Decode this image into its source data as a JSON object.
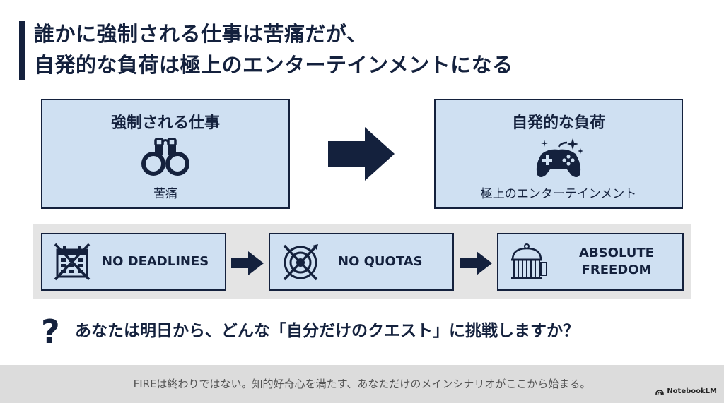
{
  "title": {
    "line1": "誰かに強制される仕事は苦痛だが、",
    "line2": "自発的な負荷は極上のエンターテインメントになる"
  },
  "left_panel": {
    "heading": "強制される仕事",
    "icon": "handcuffs-icon",
    "caption": "苦痛"
  },
  "right_panel": {
    "heading": "自発的な負荷",
    "icon": "game-controller-icon",
    "caption": "極上のエンターテインメント"
  },
  "cards": [
    {
      "icon": "calendar-crossed-icon",
      "label": "NO DEADLINES"
    },
    {
      "icon": "target-crossed-icon",
      "label": "NO QUOTAS"
    },
    {
      "icon": "open-birdcage-icon",
      "label_line1": "ABSOLUTE",
      "label_line2": "FREEDOM"
    }
  ],
  "question": {
    "mark": "?",
    "text": "あなたは明日から、どんな「自分だけのクエスト」に挑戦しますか？"
  },
  "footer": {
    "text": "FIREは終わりではない。知的好奇心を満たす、あなただけのメインシナリオがここから始まる。",
    "brand": "NotebookLM"
  },
  "colors": {
    "navy": "#14213d",
    "panel_fill": "#cfe0f2",
    "strip_gray": "#e4e4e4",
    "footer_gray": "#dcdcdc"
  }
}
